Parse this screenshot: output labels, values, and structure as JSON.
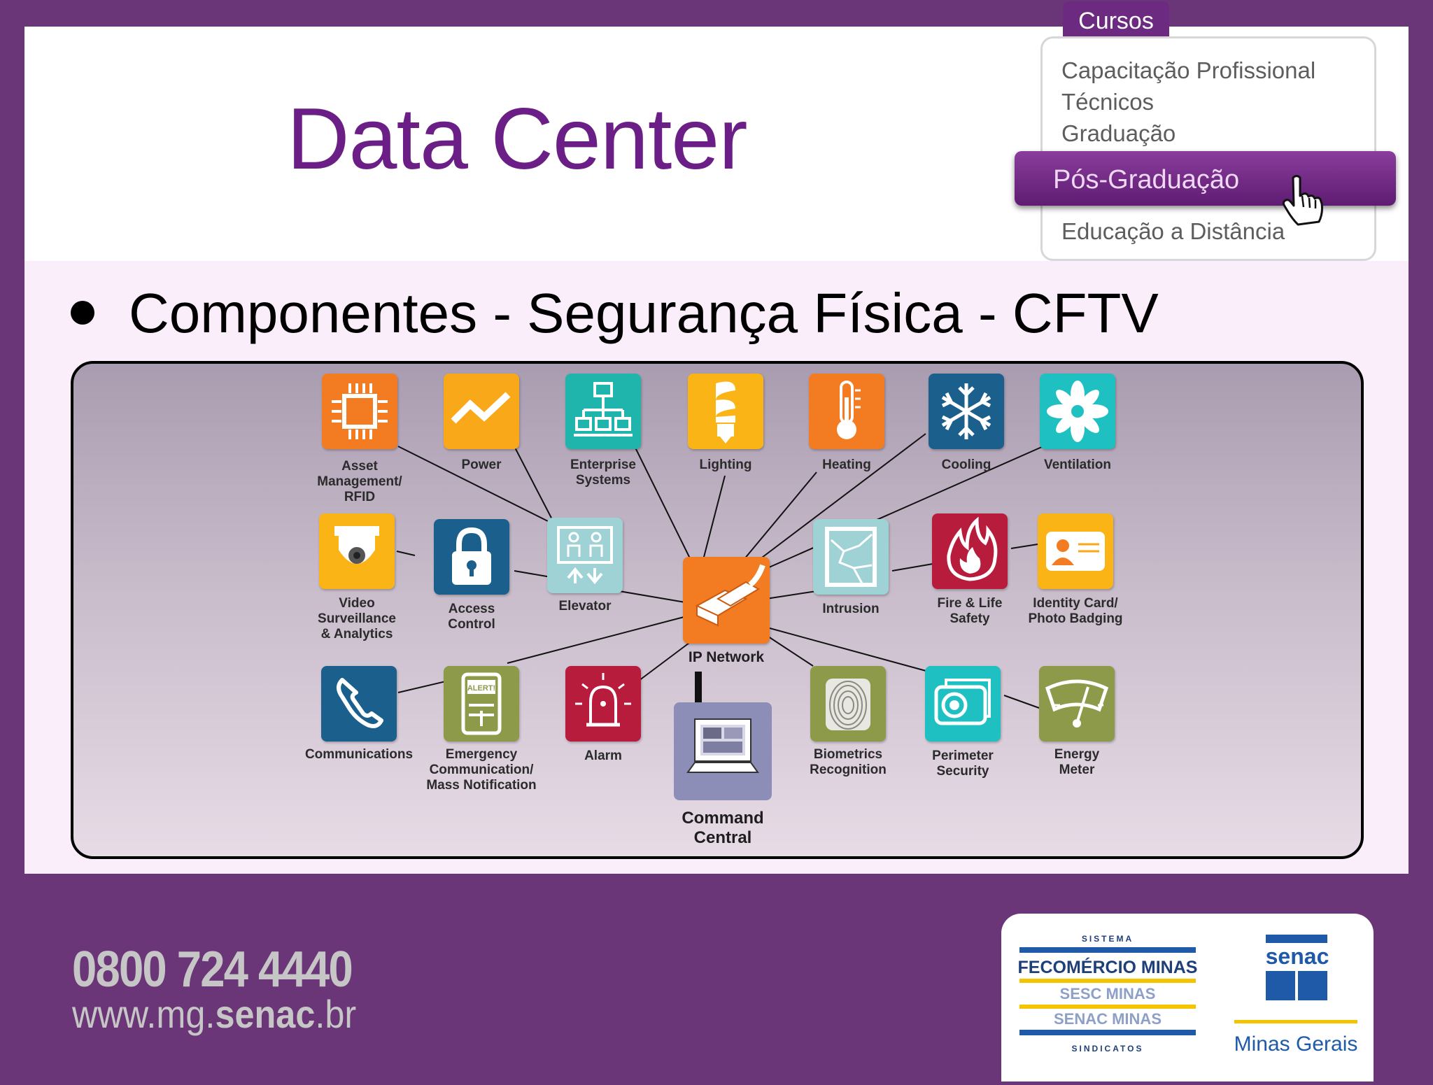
{
  "title": "Data Center",
  "courses_menu": {
    "tab_label": "Cursos",
    "items": [
      "Capacitação Profissional",
      "Técnicos",
      "Graduação",
      "Pós-Graduação",
      "Educação a Distância"
    ],
    "selected": "Pós-Graduação"
  },
  "bullet_text": "Componentes - Segurança Física - CFTV",
  "diagram": {
    "hub": "IP Network",
    "command_central": "Command\nCentral",
    "nodes": [
      {
        "label": "Asset\nManagement/\nRFID",
        "icon": "chip-icon",
        "color": "#f37b21"
      },
      {
        "label": "Power",
        "icon": "power-zigzag-icon",
        "color": "#f9a81a"
      },
      {
        "label": "Enterprise\nSystems",
        "icon": "network-tree-icon",
        "color": "#1fb5ad"
      },
      {
        "label": "Lighting",
        "icon": "bulb-icon",
        "color": "#fbb416"
      },
      {
        "label": "Heating",
        "icon": "thermometer-icon",
        "color": "#f37b21"
      },
      {
        "label": "Cooling",
        "icon": "snowflake-icon",
        "color": "#1b5f8c"
      },
      {
        "label": "Ventilation",
        "icon": "fan-icon",
        "color": "#1fc0c2"
      },
      {
        "label": "Video\nSurveillance\n& Analytics",
        "icon": "camera-dome-icon",
        "color": "#fbb416"
      },
      {
        "label": "Access\nControl",
        "icon": "padlock-icon",
        "color": "#1b5f8c"
      },
      {
        "label": "Elevator",
        "icon": "elevator-icon",
        "color": "#9fd2d4"
      },
      {
        "label": "Intrusion",
        "icon": "broken-window-icon",
        "color": "#9fd2d4"
      },
      {
        "label": "Fire & Life\nSafety",
        "icon": "fire-icon",
        "color": "#b71c3c"
      },
      {
        "label": "Identity Card/\nPhoto Badging",
        "icon": "id-card-icon",
        "color": "#fbb416"
      },
      {
        "label": "Communications",
        "icon": "phone-handset-icon",
        "color": "#1b5f8c"
      },
      {
        "label": "Emergency\nCommunication/\nMass Notification",
        "icon": "alert-device-icon",
        "color": "#8c9a4a"
      },
      {
        "label": "Alarm",
        "icon": "alarm-bell-icon",
        "color": "#b71c3c"
      },
      {
        "label": "Biometrics\nRecognition",
        "icon": "fingerprint-icon",
        "color": "#8c9a4a"
      },
      {
        "label": "Perimeter\nSecurity",
        "icon": "perimeter-camera-icon",
        "color": "#1fc0c2"
      },
      {
        "label": "Energy\nMeter",
        "icon": "gauge-icon",
        "color": "#8c9a4a"
      }
    ],
    "alert_text": "ALERT!"
  },
  "footer": {
    "phone": "0800 724 4440",
    "website_prefix": "www.mg.",
    "website_bold": "senac",
    "website_suffix": ".br"
  },
  "logo": {
    "sistema": "SISTEMA",
    "fecomercio": "FECOMÉRCIO MINAS",
    "sesc": "SESC MINAS",
    "senac_minas": "SENAC MINAS",
    "sindicatos": "SINDICATOS",
    "senac": "senac",
    "minas_gerais": "Minas Gerais"
  },
  "colors": {
    "purple": "#6a3677",
    "title": "#6b1f86",
    "hub": "#f37b21",
    "logo_blue": "#1e5aa8",
    "logo_yellow": "#f5c400"
  }
}
